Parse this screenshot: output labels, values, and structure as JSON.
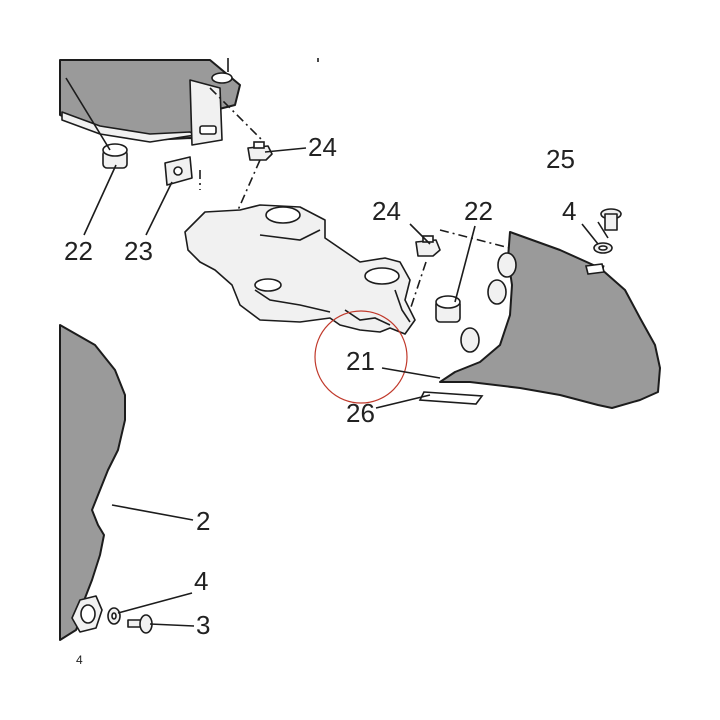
{
  "diagram": {
    "callouts": {
      "c2": "2",
      "c3": "3",
      "c4a": "4",
      "c4b": "4",
      "c21": "21",
      "c22a": "22",
      "c22b": "22",
      "c23": "23",
      "c24a": "24",
      "c24b": "24",
      "c25": "25",
      "c26": "26"
    },
    "corner_mark": "4",
    "highlight_circle_color": "#c0392b"
  }
}
